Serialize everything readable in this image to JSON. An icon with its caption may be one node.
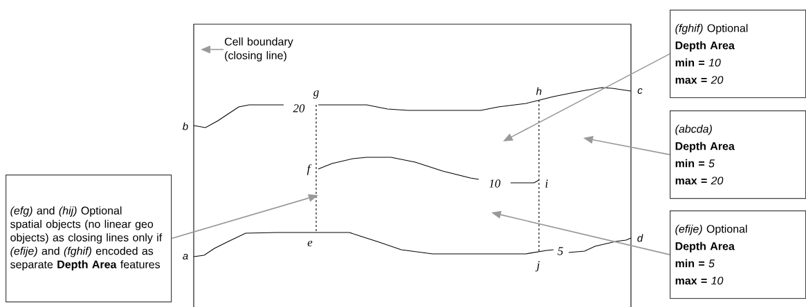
{
  "diagram": {
    "nodes": [
      {
        "text": [],
        "shape": "box"
      },
      {
        "text": [
          "Cell boundary (closing line)"
        ],
        "in": 0
      },
      {
        "text": [
          "*(fghif)* Optional",
          "Depth Area",
          "**min =**  *10*",
          "**max =** *20*"
        ]
      },
      {
        "text": [
          "*(abcda)*",
          "Depth Area",
          "**min =**  *5*",
          "**max =** *20*"
        ]
      },
      {
        "text": [
          "*(efg)* and *(hij)* Optional spatial objects (no linear geo objects) as closing lines only if *(efije)* and *(fghif)* encoded as separate **Depth Area** features"
        ]
      },
      {
        "text": [
          "*(efije)* Optional",
          "Depth Area",
          "**min =**  *5*",
          "**max =** *10*"
        ]
      }
    ],
    "edges": [
      {
        "from": 1,
        "to": 0,
        "arrow": "to"
      },
      {
        "from": 2,
        "to": null,
        "arrow": "to"
      },
      {
        "from": 3,
        "to": null,
        "arrow": "to"
      },
      {
        "from": 4,
        "to": null,
        "arrow": "to"
      },
      {
        "from": 5,
        "to": null,
        "arrow": "to"
      }
    ],
    "labels": [
      "g",
      "h",
      "c",
      "20",
      "b",
      "f",
      "10",
      "i",
      "e",
      "d",
      "a",
      "5",
      "j"
    ]
  }
}
